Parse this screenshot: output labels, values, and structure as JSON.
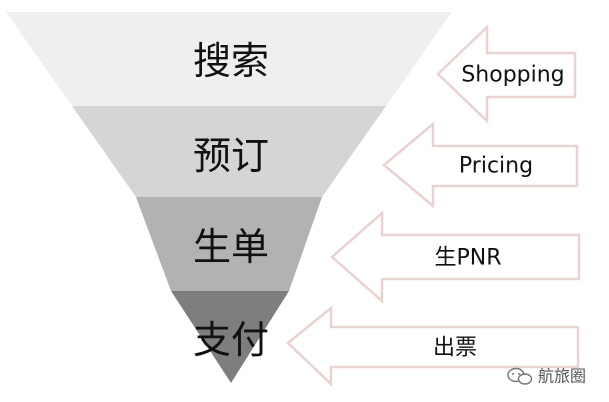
{
  "funnel": {
    "stages": [
      {
        "label": "搜索",
        "color": "#efefef"
      },
      {
        "label": "预订",
        "color": "#d5d5d5"
      },
      {
        "label": "生单",
        "color": "#b2b2b2"
      },
      {
        "label": "支付",
        "color": "#7e7e7e"
      }
    ]
  },
  "arrows": [
    {
      "label": "Shopping"
    },
    {
      "label": "Pricing"
    },
    {
      "label": "生PNR"
    },
    {
      "label": "出票"
    }
  ],
  "watermark": {
    "text": "航旅圈",
    "icon": "wechat-icon"
  },
  "colors": {
    "arrow_outline": "#e9d2cf",
    "text": "#111111"
  }
}
